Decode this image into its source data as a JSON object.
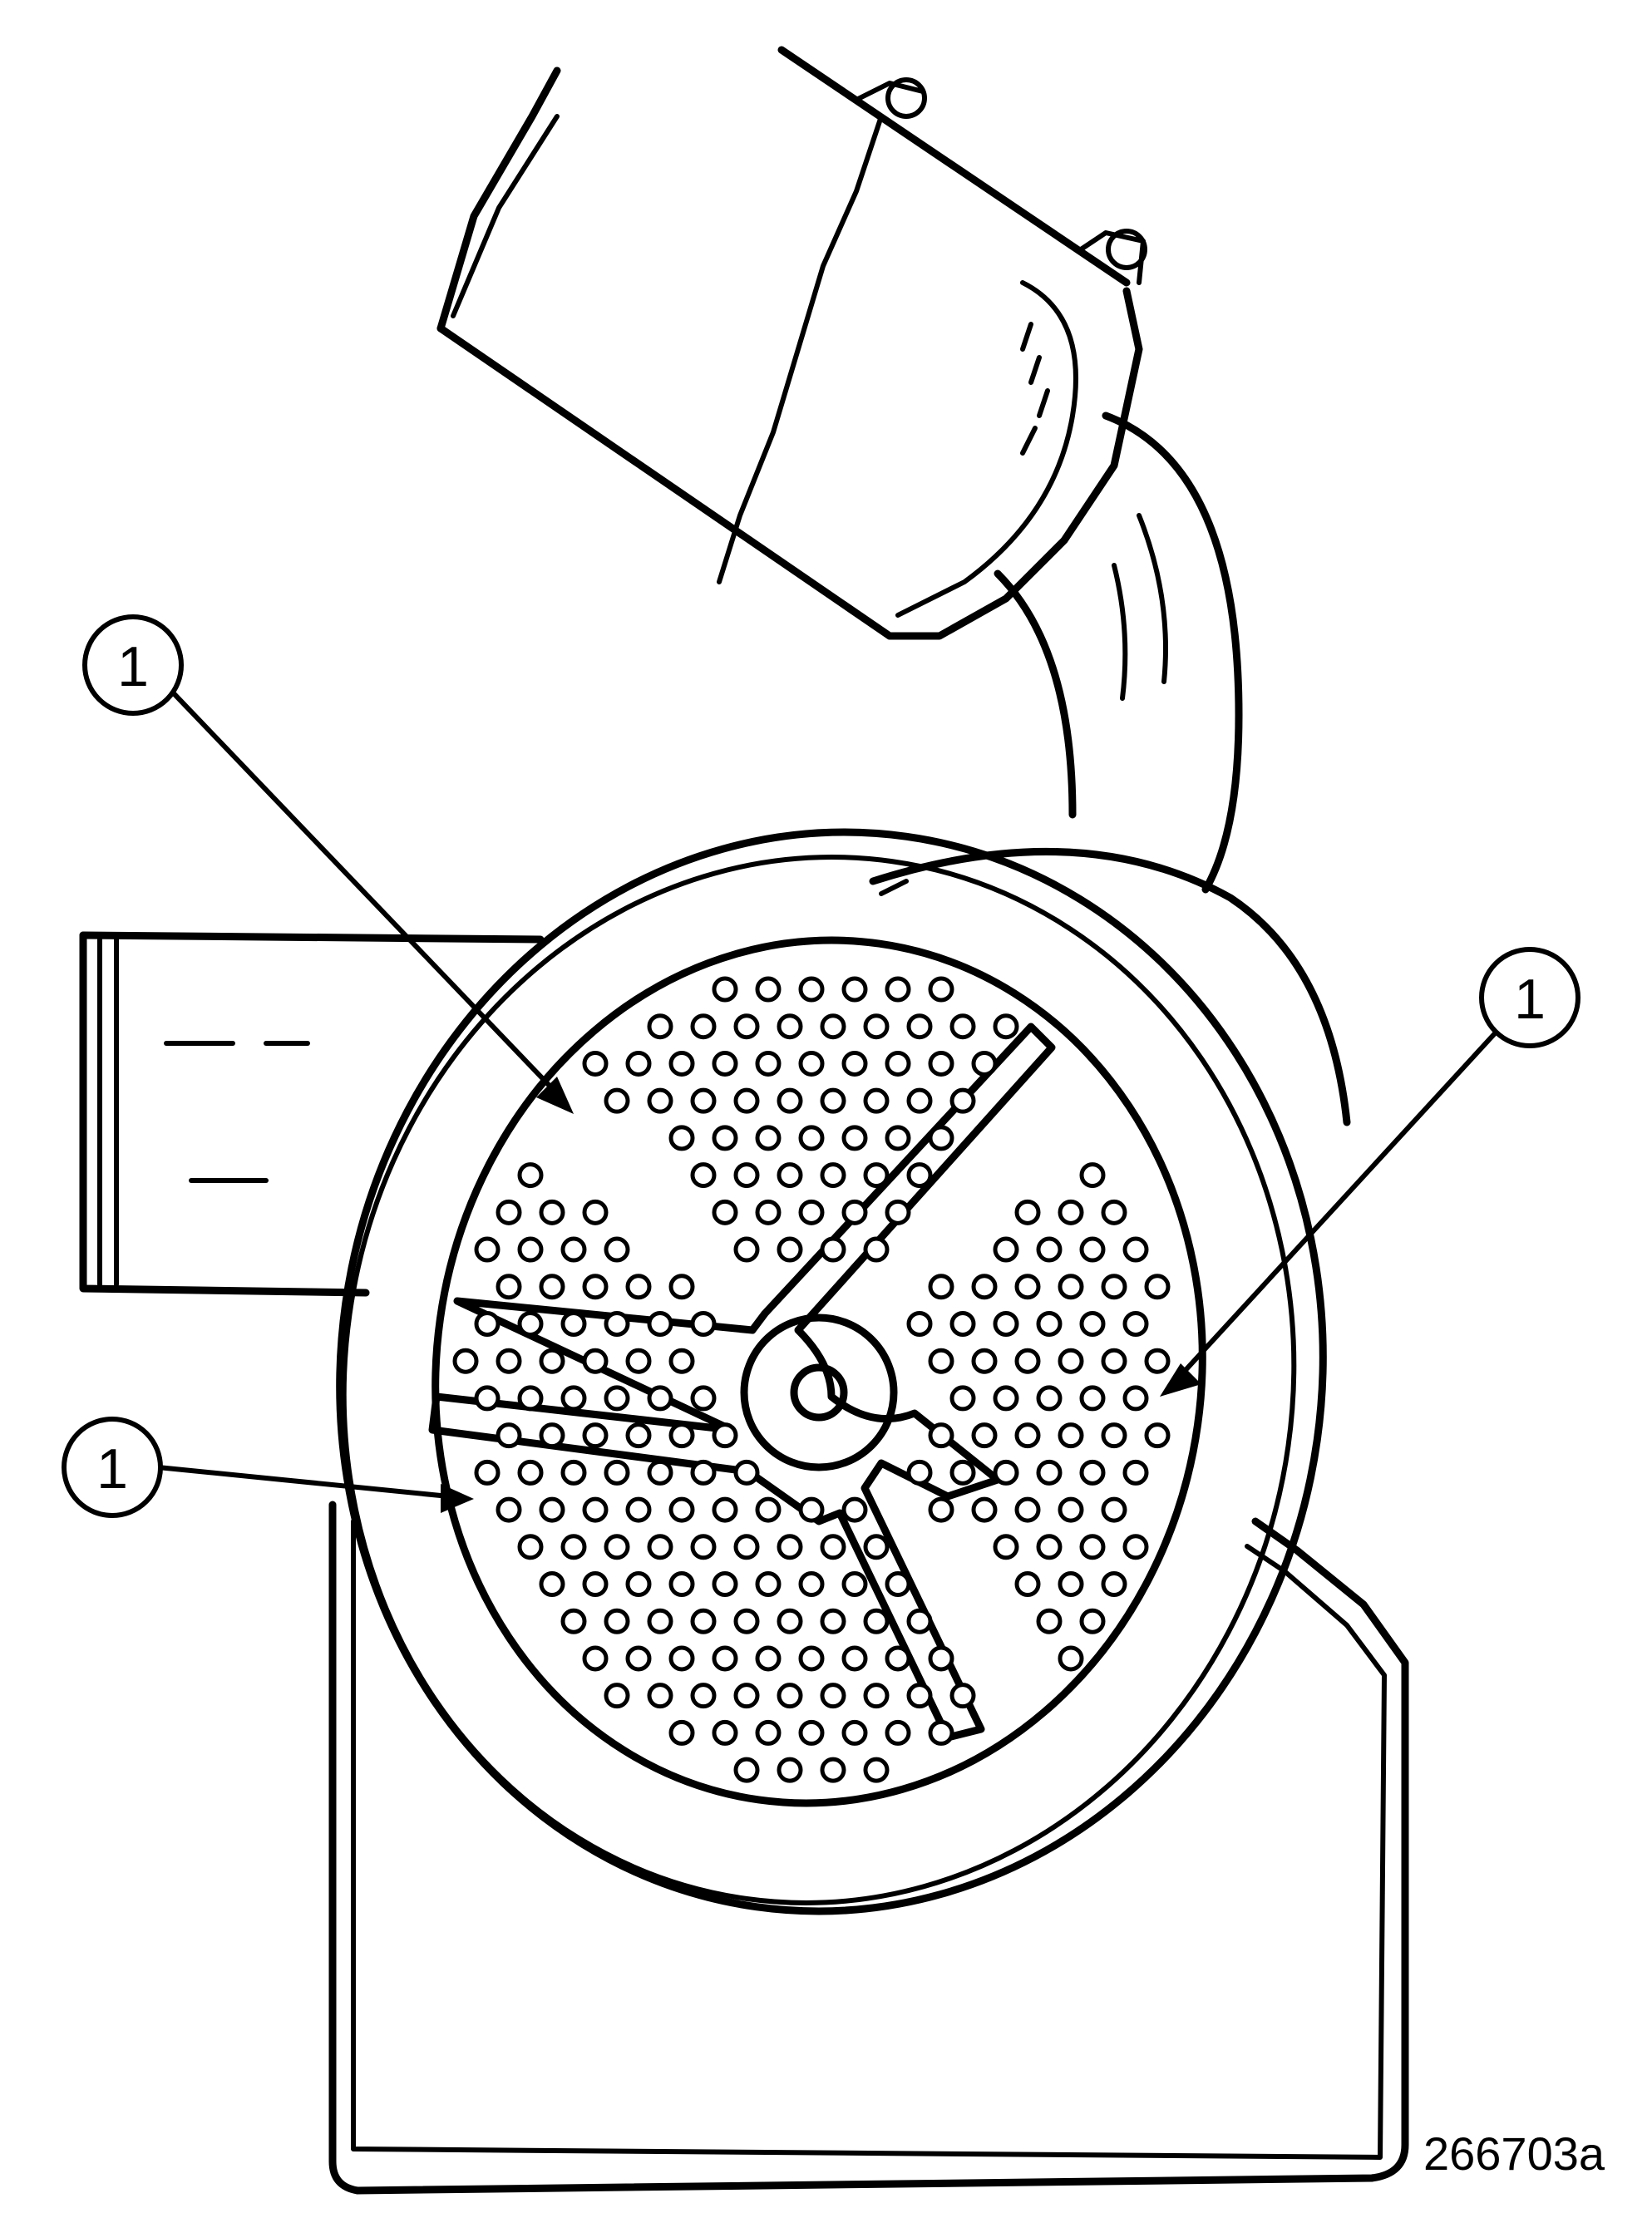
{
  "callouts": [
    {
      "id": "callout-1a",
      "label": "1"
    },
    {
      "id": "callout-1b",
      "label": "1"
    },
    {
      "id": "callout-1c",
      "label": "1"
    }
  ],
  "figure": {
    "id": "266703a"
  },
  "colors": {
    "ink": "#000000",
    "paper": "#ffffff"
  },
  "icons": [
    "air-cleaner-housing-icon",
    "perforated-screen-icon",
    "intake-duct-icon",
    "hose-clamp-icon"
  ]
}
